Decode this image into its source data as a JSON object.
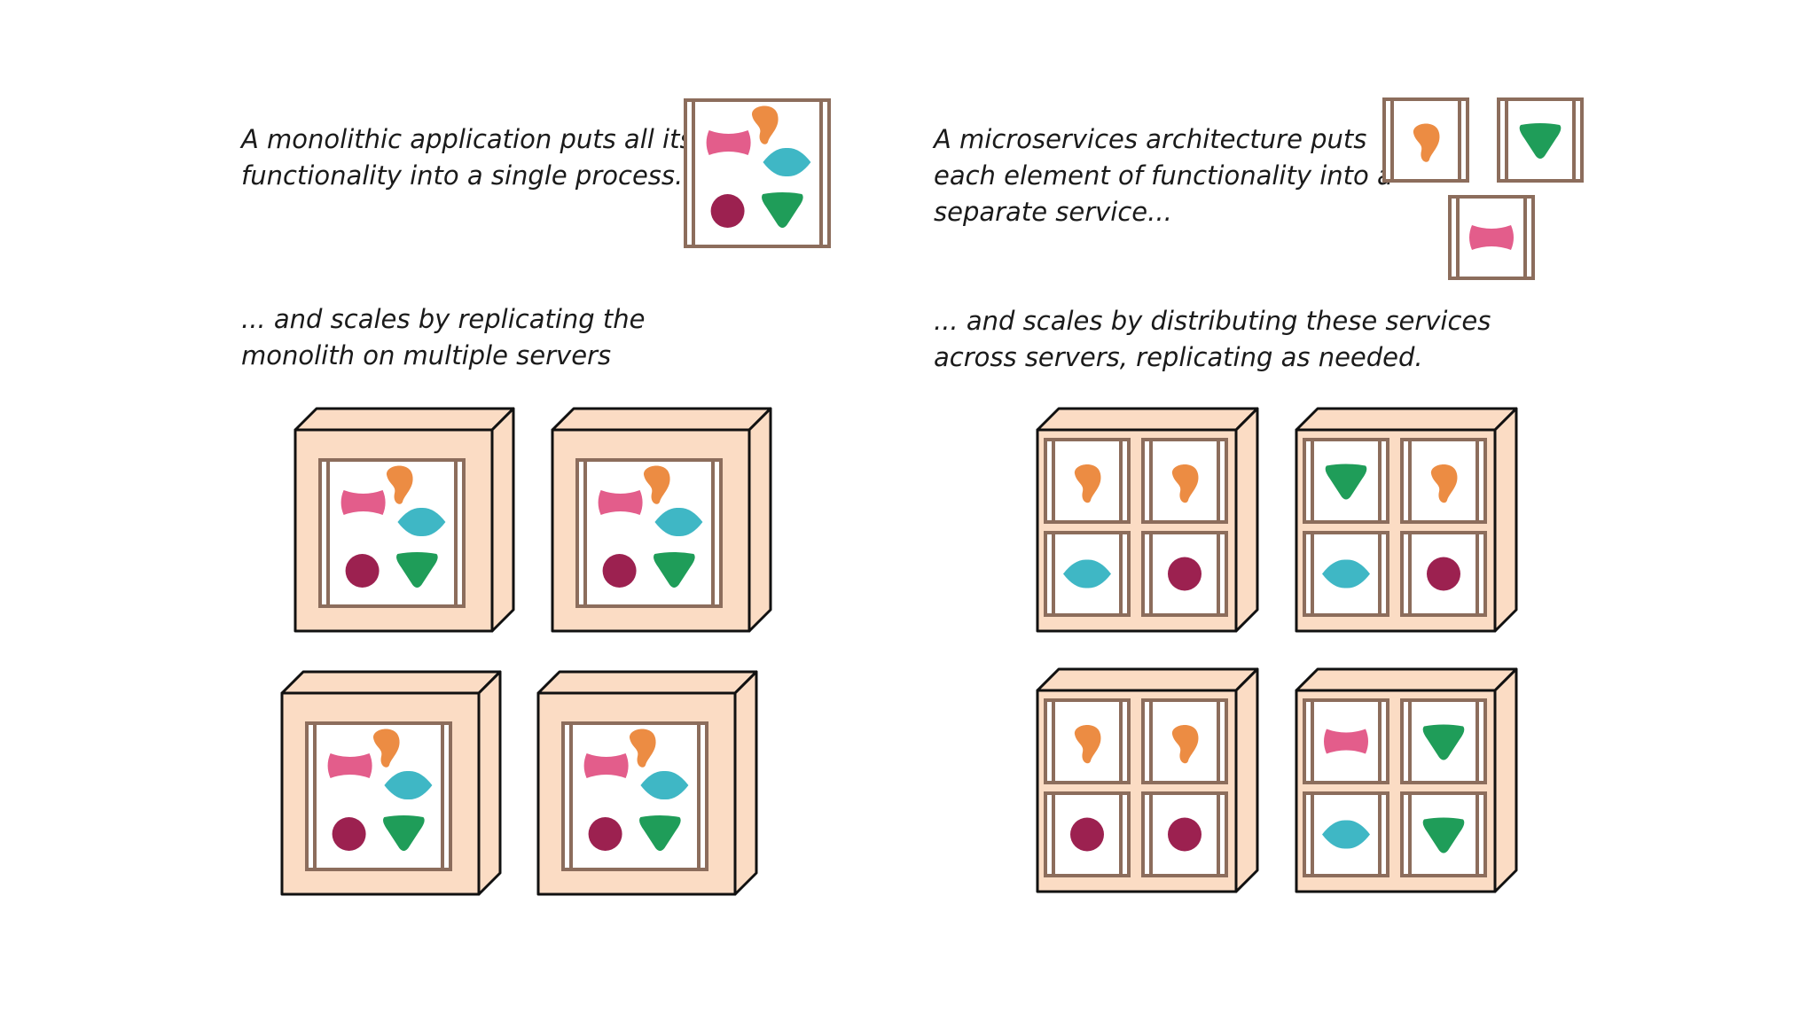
{
  "captions": {
    "monolith_intro": "A monolithic application puts all its\nfunctionality into a single process...",
    "monolith_scale": "... and scales by replicating the\nmonolith on multiple servers",
    "micro_intro": "A microservices architecture puts\neach element of functionality into a\nseparate service...",
    "micro_scale": "... and scales by distributing these services\nacross servers, replicating as needed."
  },
  "colors": {
    "frame": "#8c6d5c",
    "server_face": "#fbdcc4",
    "outline": "#111111",
    "orange": "#ec8c43",
    "pink": "#e35d8b",
    "teal": "#3fb7c5",
    "maroon": "#9c2150",
    "green": "#1f9d59"
  },
  "components": [
    "orange-blob",
    "pink-bowtie",
    "teal-diamond",
    "maroon-circle",
    "green-triangle"
  ],
  "monolith_servers": 4,
  "microservice_servers": [
    [
      "orange-blob",
      "orange-blob",
      "teal-diamond",
      "maroon-circle"
    ],
    [
      "green-triangle",
      "orange-blob",
      "teal-diamond",
      "maroon-circle"
    ],
    [
      "orange-blob",
      "orange-blob",
      "maroon-circle",
      "maroon-circle"
    ],
    [
      "pink-bowtie",
      "green-triangle",
      "teal-diamond",
      "green-triangle"
    ]
  ]
}
